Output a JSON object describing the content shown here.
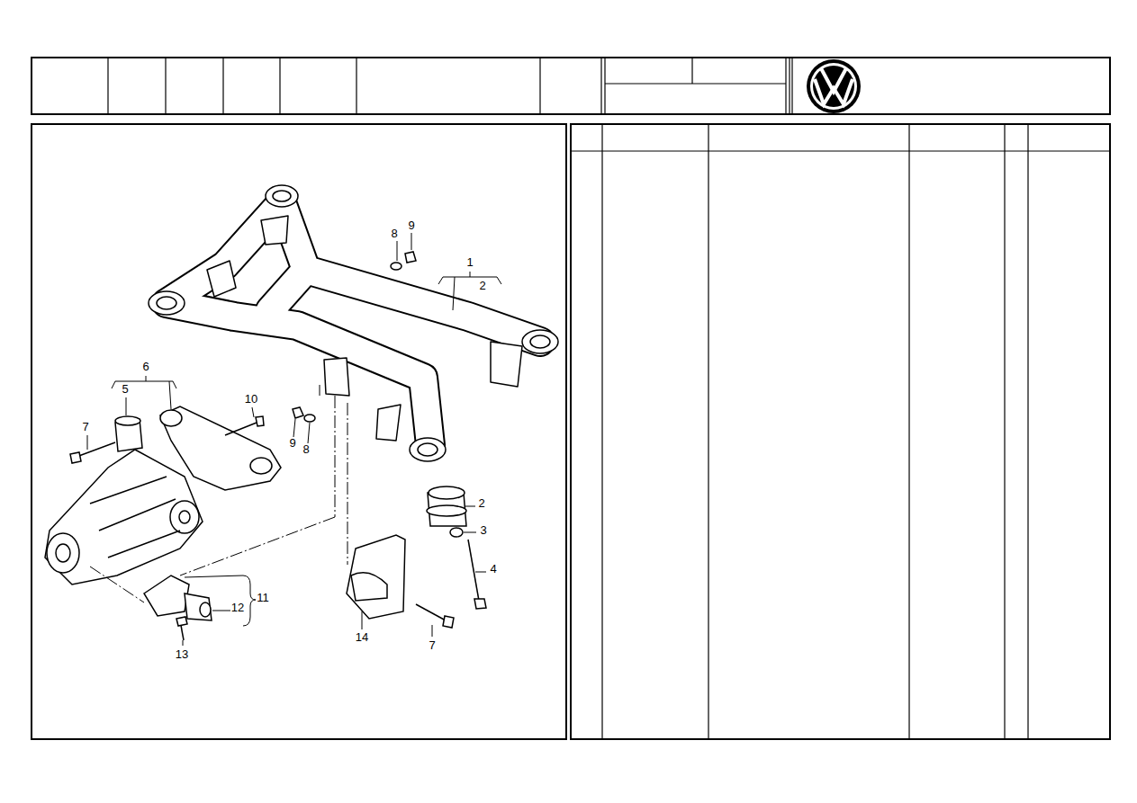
{
  "diagram": {
    "labels": [
      "8",
      "9",
      "1",
      "2",
      "6",
      "5",
      "10",
      "7",
      "9",
      "8",
      "2",
      "3",
      "4",
      "11",
      "12",
      "13",
      "14",
      "7"
    ]
  }
}
